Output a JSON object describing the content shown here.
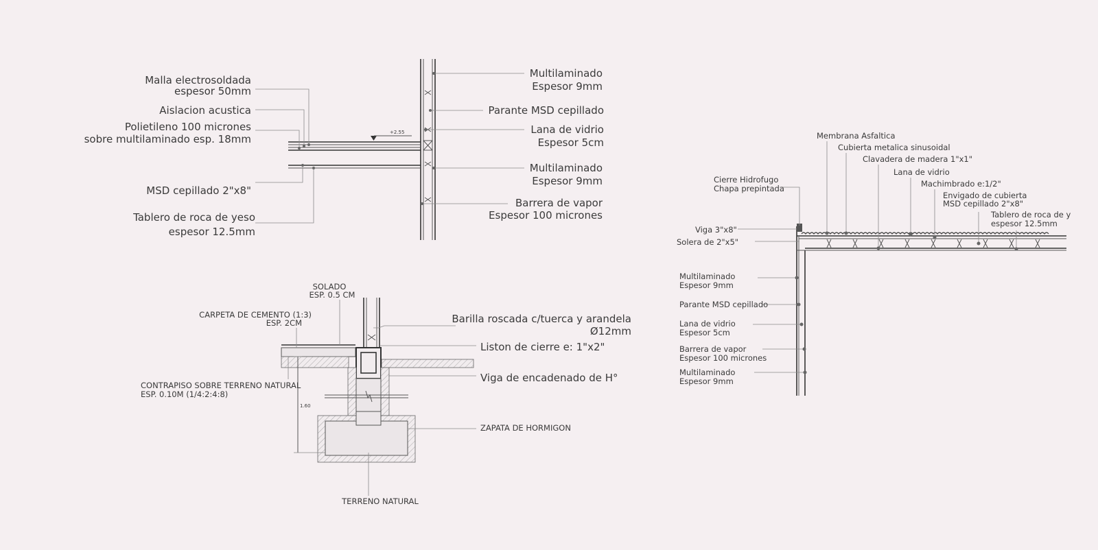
{
  "detail_top_left": {
    "labels_left": [
      {
        "line1": "Malla electrosoldada",
        "line2": "espesor 50mm"
      },
      {
        "line1": "Aislacion acustica",
        "line2": ""
      },
      {
        "line1": "Polietileno 100 micrones",
        "line2": "sobre multilaminado esp. 18mm"
      },
      {
        "line1": "MSD cepillado 2\"x8\"",
        "line2": ""
      },
      {
        "line1": "Tablero de roca de yeso",
        "line2": "espesor 12.5mm"
      }
    ],
    "labels_right": [
      {
        "line1": "Multilaminado",
        "line2": "Espesor 9mm"
      },
      {
        "line1": "Parante MSD cepillado",
        "line2": ""
      },
      {
        "line1": "Lana de vidrio",
        "line2": "Espesor 5cm"
      },
      {
        "line1": "Multilaminado",
        "line2": "Espesor 9mm"
      },
      {
        "line1": "Barrera de vapor",
        "line2": "Espesor 100 micrones"
      }
    ],
    "level_mark": "+2.55"
  },
  "detail_bottom": {
    "labels_left": [
      {
        "line1": "SOLADO",
        "line2": "ESP. 0.5 CM"
      },
      {
        "line1": "CARPETA DE CEMENTO (1:3)",
        "line2": "ESP. 2CM"
      },
      {
        "line1": "CONTRAPISO SOBRE TERRENO NATURAL",
        "line2": "ESP. 0.10M (1/4:2:4:8)"
      }
    ],
    "labels_right": [
      {
        "line1": "Barilla roscada c/tuerca y arandela",
        "line2": "Ø12mm"
      },
      {
        "line1": "Liston de cierre e: 1\"x2\"",
        "line2": ""
      },
      {
        "line1": "Viga de encadenado de H°",
        "line2": ""
      },
      {
        "line1": "ZAPATA DE HORMIGON",
        "line2": ""
      }
    ],
    "bottom_label": "TERRENO NATURAL",
    "dimension": "1.60"
  },
  "detail_right": {
    "labels_top": [
      {
        "line1": "Membrana Asfaltica",
        "line2": ""
      },
      {
        "line1": "Cubierta metalica sinusoidal",
        "line2": ""
      },
      {
        "line1": "Clavadera de madera 1\"x1\"",
        "line2": ""
      },
      {
        "line1": "Lana de vidrio",
        "line2": ""
      },
      {
        "line1": "Machimbrado e:1/2\"",
        "line2": ""
      },
      {
        "line1": "Envigado de cubierta",
        "line2": "MSD cepillado 2\"x8\""
      },
      {
        "line1": "Tablero de roca de y",
        "line2": "espesor 12.5mm"
      }
    ],
    "labels_left": [
      {
        "line1": "Cierre Hidrofugo",
        "line2": "Chapa prepintada"
      },
      {
        "line1": "Viga 3\"x8\"",
        "line2": ""
      },
      {
        "line1": "Solera de 2\"x5\"",
        "line2": ""
      },
      {
        "line1": "Multilaminado",
        "line2": "Espesor 9mm"
      },
      {
        "line1": "Parante MSD cepillado",
        "line2": ""
      },
      {
        "line1": "Lana de vidrio",
        "line2": "Espesor 5cm"
      },
      {
        "line1": "Barrera de vapor",
        "line2": "Espesor 100 micrones"
      },
      {
        "line1": "Multilaminado",
        "line2": "Espesor 9mm"
      }
    ]
  }
}
